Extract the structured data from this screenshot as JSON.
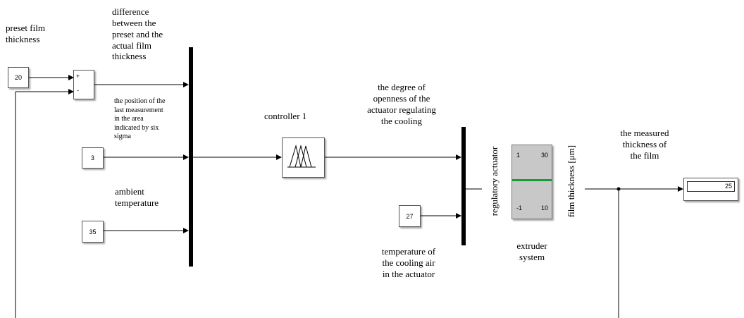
{
  "labels": {
    "preset": "preset        film\nthickness",
    "difference": "difference\nbetween the\npreset and the\nactual film\nthickness",
    "position": "the position of the\nlast measurement\nin the area\nindicated by six\nsigma",
    "ambient": "ambient\ntemperature",
    "controller": "controller 1",
    "openness": "the degree of\nopenness of the\nactuator regulating\nthe cooling",
    "regulatory": "regulatory actuator",
    "film_thickness": "film thickness [μm]",
    "extruder": "extruder\nsystem",
    "cooling_air": "temperature of\nthe cooling air\nin the actuator",
    "measured": "the measured\nthickness of\nthe film"
  },
  "constants": {
    "preset": "20",
    "position": "3",
    "ambient": "35",
    "cooling": "27"
  },
  "sum_signs": {
    "plus": "+",
    "minus": "-"
  },
  "gauge": {
    "tl": "1",
    "tr": "30",
    "bl": "-1",
    "br": "10",
    "needle_color": "#1a9a3a"
  },
  "display": {
    "value": "25"
  }
}
